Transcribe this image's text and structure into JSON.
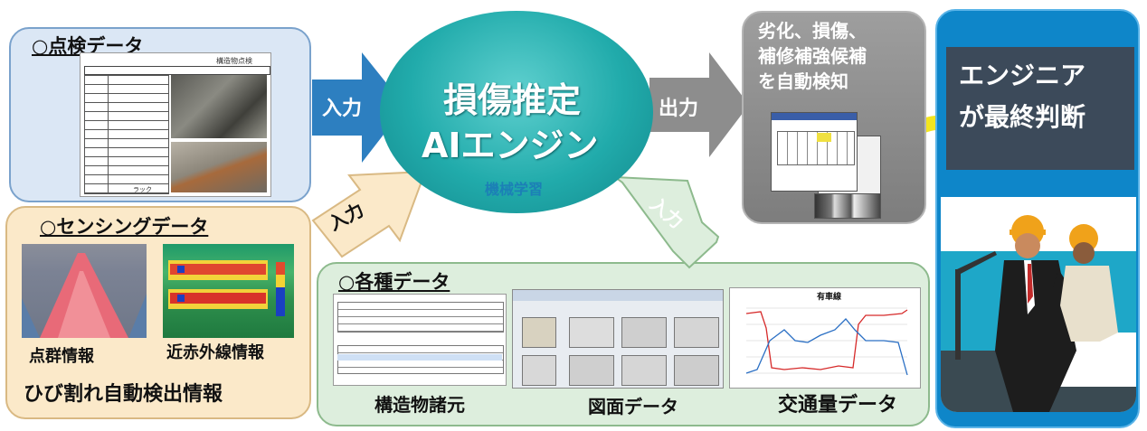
{
  "inspection": {
    "title": "○点検データ",
    "doc_heading": "構造物点検",
    "cell_text": "ラック"
  },
  "sensing": {
    "title": "○センシングデータ",
    "point_cloud": "点群情報",
    "infrared": "近赤外線情報",
    "crack": "ひび割れ自動検出情報"
  },
  "various": {
    "title": "○各種データ",
    "structure": "構造物諸元",
    "drawing": "図面データ",
    "traffic": "交通量データ",
    "traffic_chart_title": "有車線"
  },
  "engine": {
    "line1": "損傷推定",
    "line2": "AIエンジン",
    "sub": "機械学習"
  },
  "arrows": {
    "input_top": "入力",
    "input_left": "入力",
    "input_bottom": "入力",
    "output": "出力"
  },
  "detect": {
    "line1": "劣化、損傷、",
    "line2": "補修補強候補",
    "line3": "を自動検知"
  },
  "engineer": {
    "line1": "エンジニア",
    "line2": "が最終判断"
  },
  "colors": {
    "inspection_bg": "#dbe7f5",
    "sensing_bg": "#fbe9c9",
    "various_bg": "#ddeedd",
    "engine_teal": "#1fa6a8",
    "gray_panel": "#8c8c8c",
    "blue_panel": "#0e86c9",
    "input_arrow": "#2d7fc0",
    "output_arrow": "#8d8d8d",
    "cream_arrow": "#fbe9c9",
    "green_arrow": "#ddeedd",
    "dark_box": "#3c4a5a"
  }
}
